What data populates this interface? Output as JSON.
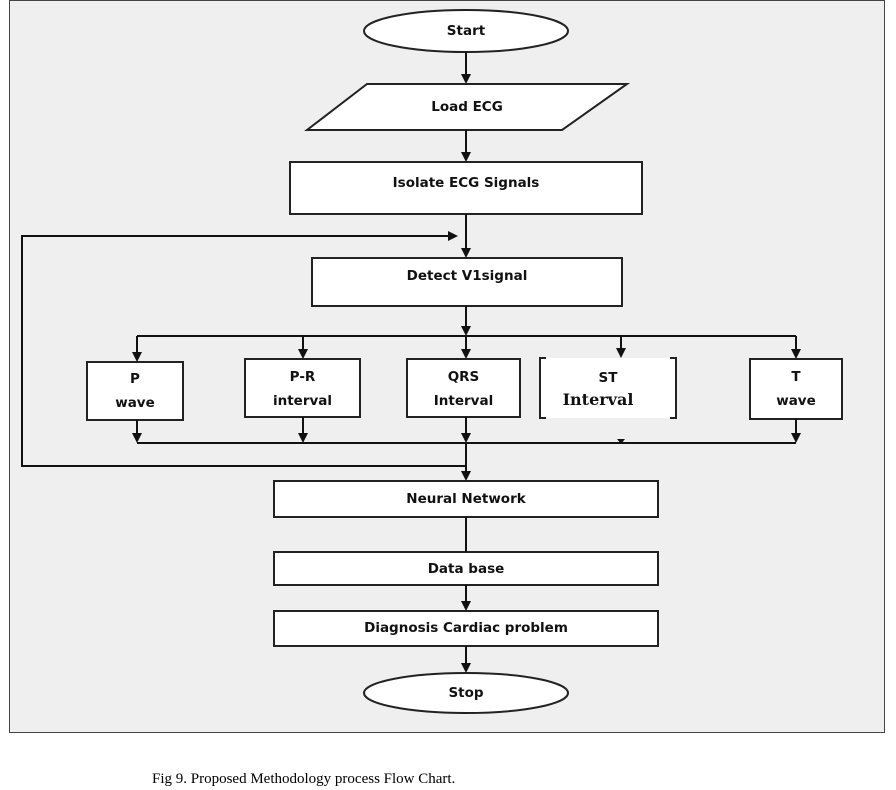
{
  "diagram": {
    "nodes": {
      "start": "Start",
      "load_ecg": "Load ECG",
      "isolate": "Isolate ECG Signals",
      "detect": "Detect V1signal",
      "p_wave": [
        "P",
        "wave"
      ],
      "pr_interval": [
        "P-R",
        "interval"
      ],
      "qrs_interval": [
        "QRS",
        "Interval"
      ],
      "st_interval": [
        "ST",
        "Interval"
      ],
      "t_wave": [
        "T",
        "wave"
      ],
      "neural_network": "Neural Network",
      "database": "Data base",
      "diagnosis": "Diagnosis Cardiac problem",
      "stop": "Stop"
    }
  },
  "caption": "Fig 9. Proposed Methodology process Flow Chart."
}
